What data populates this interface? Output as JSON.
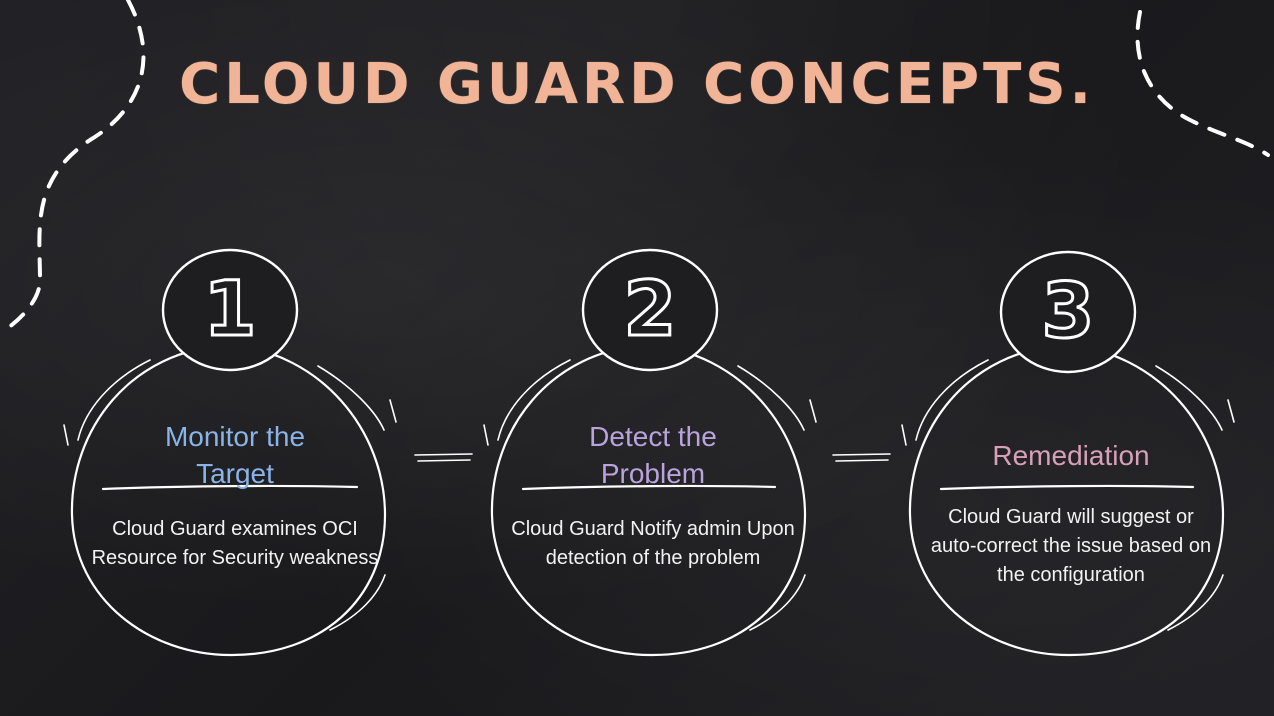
{
  "title": "CLOUD GUARD CONCEPTS.",
  "steps": [
    {
      "number": "1",
      "title_line1": "Monitor the",
      "title_line2": "Target",
      "desc_line1": "Cloud Guard examines OCI",
      "desc_line2": "Resource for Security weakness",
      "desc_line3": "",
      "title_color": "#8ab4e8"
    },
    {
      "number": "2",
      "title_line1": "Detect the",
      "title_line2": "Problem",
      "desc_line1": "Cloud  Guard Notify admin Upon",
      "desc_line2": "detection of the problem",
      "desc_line3": "",
      "title_color": "#b9a3dc"
    },
    {
      "number": "3",
      "title_line1": "Remediation",
      "title_line2": "",
      "desc_line1": "Cloud Guard will suggest or",
      "desc_line2": "auto-correct the issue based on",
      "desc_line3": "the configuration",
      "title_color": "#d8a0b8"
    }
  ],
  "colors": {
    "background": "#1e1e21",
    "title": "#f2b497",
    "chalk": "#ffffff"
  }
}
